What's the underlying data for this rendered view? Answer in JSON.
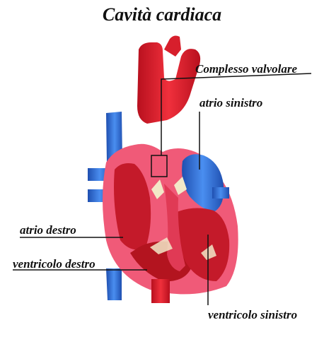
{
  "title": "Cavità cardiaca",
  "labels": {
    "complesso_valvolare": "Complesso valvolare",
    "atrio_sinistro": "atrio sinistro",
    "atrio_destro": "atrio destro",
    "ventricolo_destro": "ventricolo destro",
    "ventricolo_sinistro": "ventricolo sinistro"
  },
  "colors": {
    "oxygenated": "#e0202e",
    "deoxygenated": "#2f6fd6",
    "muscle": "#f05a78",
    "chamber": "#c41a2a",
    "valve": "#f2e8c8"
  }
}
